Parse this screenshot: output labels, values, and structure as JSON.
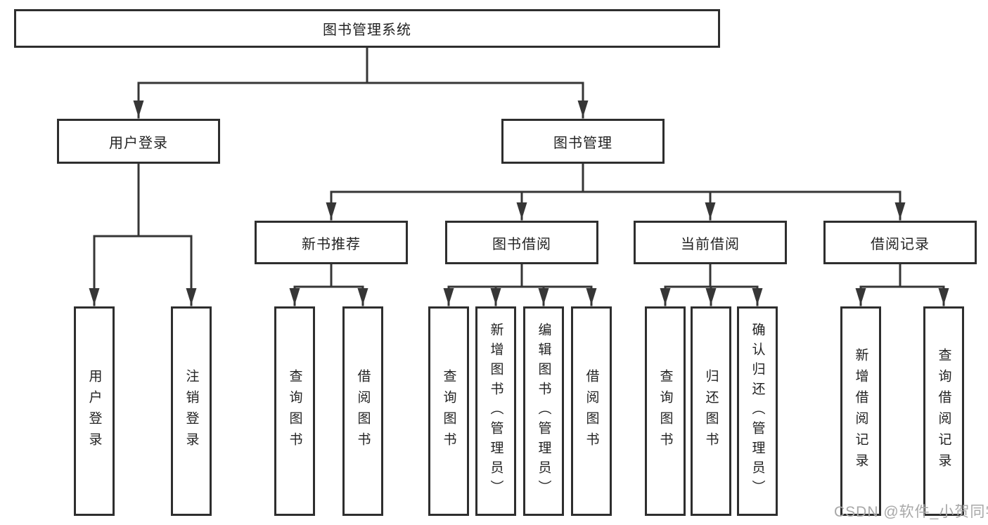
{
  "diagram": {
    "root": {
      "label": "图书管理系统"
    },
    "level2": [
      {
        "label": "用户登录"
      },
      {
        "label": "图书管理"
      }
    ],
    "level3": [
      {
        "label": "新书推荐"
      },
      {
        "label": "图书借阅"
      },
      {
        "label": "当前借阅"
      },
      {
        "label": "借阅记录"
      }
    ],
    "leaves": {
      "user_login": [
        "用户登录",
        "注销登录"
      ],
      "new_book": [
        "查询图书",
        "借阅图书"
      ],
      "book_borrow": [
        "查询图书",
        "新增图书（管理员）",
        "编辑图书（管理员）",
        "借阅图书"
      ],
      "current_borrow": [
        "查询图书",
        "归还图书",
        "确认归还（管理员）"
      ],
      "borrow_records": [
        "新增借阅记录",
        "查询借阅记录"
      ]
    },
    "colors": {
      "line": "#363636",
      "box_border": "#2e2e2e",
      "box_fill": "#ffffff",
      "text": "#232323",
      "watermark": "#a8a8a8"
    }
  },
  "watermark": {
    "text": "CSDN @软件_小贺同学"
  }
}
